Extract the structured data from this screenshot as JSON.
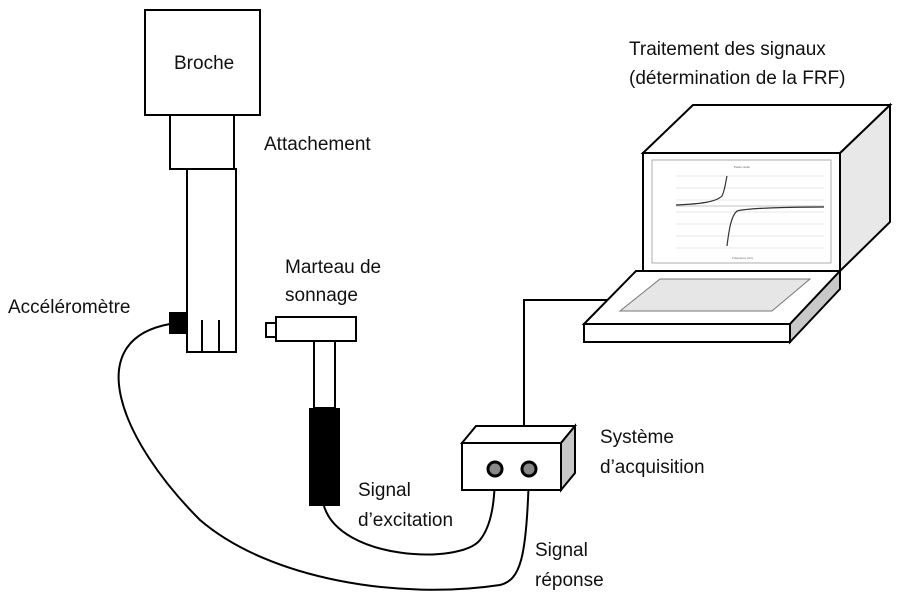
{
  "labels": {
    "broche": "Broche",
    "attachement": "Attachement",
    "accelerometre": "Accéléromètre",
    "marteau_line1": "Marteau de",
    "marteau_line2": "sonnage",
    "traitement_line1": "Traitement des signaux",
    "traitement_line2": "(détermination de la FRF)",
    "systeme_line1": "Système",
    "systeme_line2": "d’acquisition",
    "signal_excitation_line1": "Signal",
    "signal_excitation_line2": "d’excitation",
    "signal_reponse_line1": "Signal",
    "signal_reponse_line2": "réponse"
  },
  "screen_plot": {
    "title": "Partie réelle",
    "xlabel": "Fréquence (Hz)"
  },
  "colors": {
    "stroke": "#000000",
    "fill_white": "#ffffff",
    "side_light": "#e8e8e8",
    "side_dark": "#c8c8c8",
    "hammer_grip": "#000000",
    "touchpad": "#e6e6e6"
  }
}
